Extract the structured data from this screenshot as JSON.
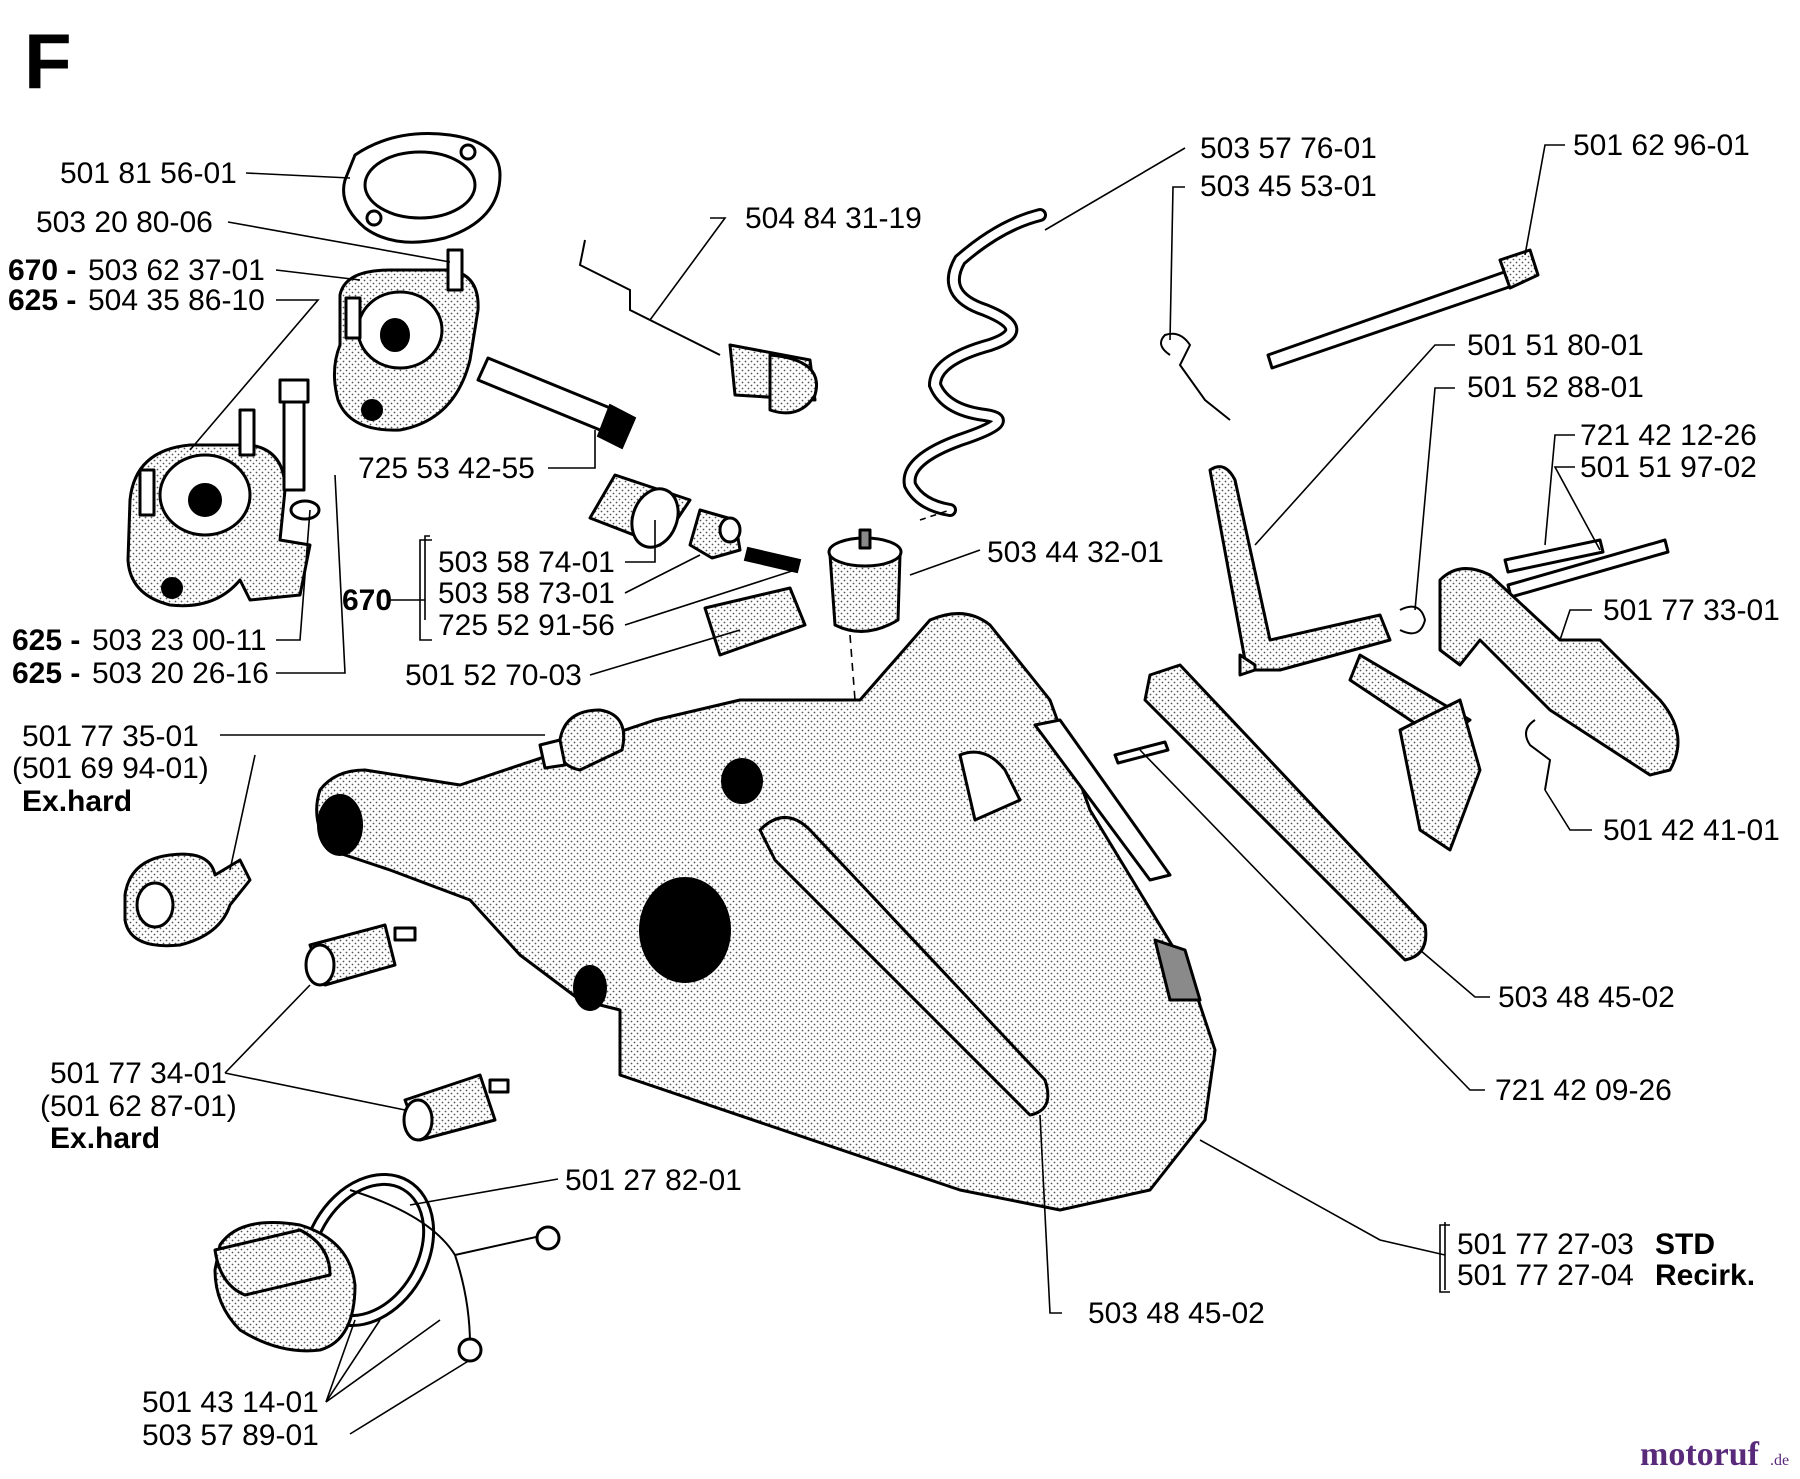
{
  "section_letter": "F",
  "labels": {
    "l01": "501 81 56-01",
    "l02": "503 20 80-06",
    "l03_model": "670 -",
    "l03": "503 62 37-01",
    "l04_model": "625 -",
    "l04": "504 35 86-10",
    "l05": "725 53 42-55",
    "l06": "504 84 31-19",
    "l07": "503 58 74-01",
    "l08": "503 58 73-01",
    "l09": "725 52 91-56",
    "l_group_670": "670",
    "l10": "501 52 70-03",
    "l11_model": "625 -",
    "l11": "503 23 00-11",
    "l12_model": "625 -",
    "l12": "503 20 26-16",
    "l13": "501 77 35-01",
    "l13_alt": "(501 69 94-01)",
    "l13_note": "Ex.hard",
    "l14": "501 77 34-01",
    "l14_alt": "(501 62 87-01)",
    "l14_note": "Ex.hard",
    "l15": "501 27 82-01",
    "l16": "501 43 14-01",
    "l17": "503 57 89-01",
    "l18": "503 48 45-02",
    "l19": "503 57 76-01",
    "l20": "503 45 53-01",
    "l21": "503 44 32-01",
    "l22": "501 62 96-01",
    "l23": "501 51 80-01",
    "l24": "501 52 88-01",
    "l25": "721 42 12-26",
    "l26": "501 51 97-02",
    "l27": "501 77 33-01",
    "l28": "501 42 41-01",
    "l29": "503 48 45-02",
    "l30": "721 42 09-26",
    "l31": "501 77 27-03",
    "l31_note": "STD",
    "l32": "501 77 27-04",
    "l32_note": "Recirk."
  },
  "watermark": {
    "brand": "motoruf",
    "tld": ".de",
    "color": "#5a2a7a"
  }
}
